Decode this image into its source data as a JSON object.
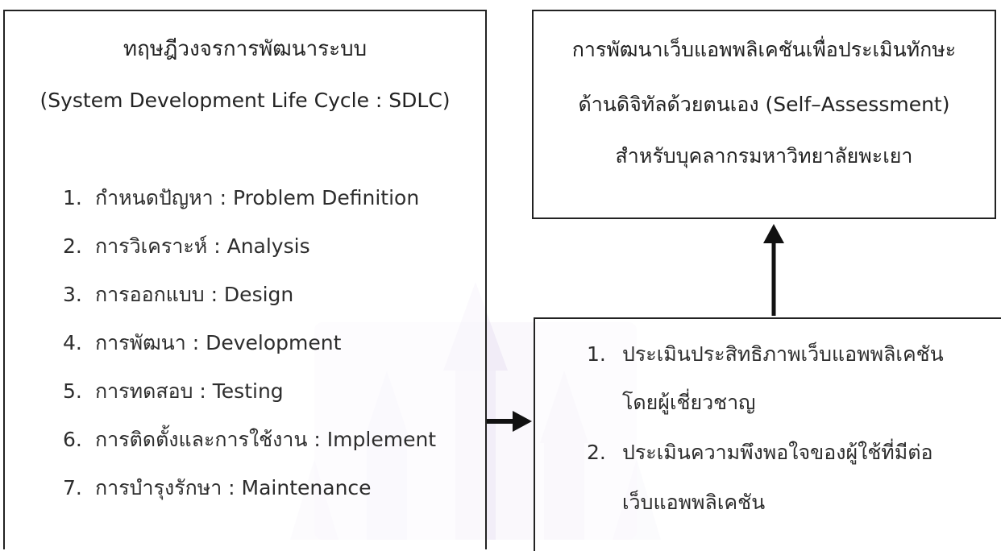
{
  "left_box": {
    "title_th": "ทฤษฎีวงจรการพัฒนาระบบ",
    "title_en": "(System Development Life Cycle : SDLC)",
    "steps": [
      {
        "num": "1.",
        "label": "กำหนดปัญหา : Problem Definition"
      },
      {
        "num": "2.",
        "label": "การวิเคราะห์ : Analysis"
      },
      {
        "num": "3.",
        "label": "การออกแบบ : Design"
      },
      {
        "num": "4.",
        "label": "การพัฒนา : Development"
      },
      {
        "num": "5.",
        "label": "การทดสอบ : Testing"
      },
      {
        "num": "6.",
        "label": "การติดตั้งและการใช้งาน : Implement"
      },
      {
        "num": "7.",
        "label": "การบำรุงรักษา : Maintenance"
      }
    ]
  },
  "top_right_box": {
    "lines": [
      "การพัฒนาเว็บแอพพลิเคชันเพื่อประเมินทักษะ",
      "ด้านดิจิทัลด้วยตนเอง (Self–Assessment)",
      "สำหรับบุคลากรมหาวิทยาลัยพะเยา"
    ]
  },
  "bottom_right_box": {
    "items": [
      {
        "num": "1.",
        "line1": "ประเมินประสิทธิภาพเว็บแอพพลิเคชัน",
        "line2": "โดยผู้เชี่ยวชาญ"
      },
      {
        "num": "2.",
        "line1": "ประเมินความพึงพอใจของผู้ใช้ที่มีต่อ",
        "line2": "เว็บแอพพลิเคชัน"
      }
    ]
  },
  "colors": {
    "border": "#222222",
    "watermark": "#c9b8e0",
    "arrow": "#111111"
  }
}
